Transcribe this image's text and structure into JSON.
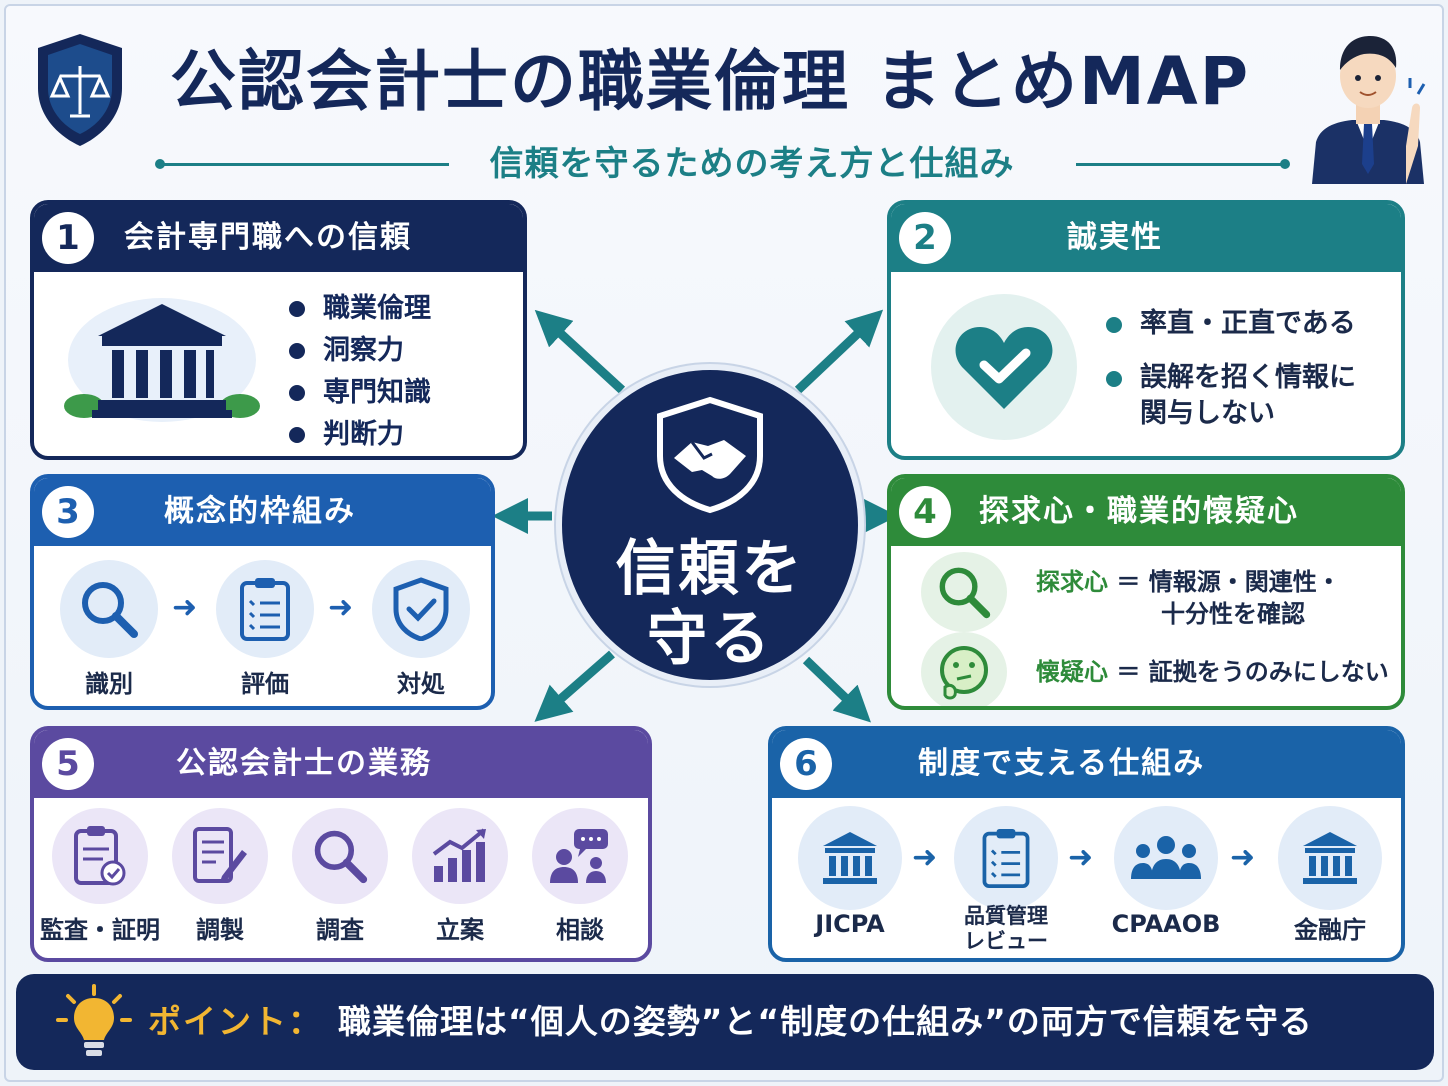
{
  "title": "公認会計士の職業倫理 まとめMAP",
  "subtitle": "信頼を守るための考え方と仕組み",
  "center": {
    "line1": "信頼を",
    "line2": "守る"
  },
  "sections": {
    "s1": {
      "num": "1",
      "title": "会計専門職への信頼",
      "items": [
        "職業倫理",
        "洞察力",
        "専門知識",
        "判断力"
      ]
    },
    "s2": {
      "num": "2",
      "title": "誠実性",
      "items": [
        "率直・正直である",
        "誤解を招く情報に",
        "関与しない"
      ]
    },
    "s3": {
      "num": "3",
      "title": "概念的枠組み",
      "steps": [
        "識別",
        "評価",
        "対処"
      ]
    },
    "s4": {
      "num": "4",
      "title": "探求心・職業的懐疑心",
      "rows": [
        {
          "keyword": "探求心",
          "text1": "＝ 情報源・関連性・",
          "text2": "十分性を確認"
        },
        {
          "keyword": "懐疑心",
          "text1": "＝ 証拠をうのみにしない"
        }
      ]
    },
    "s5": {
      "num": "5",
      "title": "公認会計士の業務",
      "items": [
        "監査・証明",
        "調製",
        "調査",
        "立案",
        "相談"
      ]
    },
    "s6": {
      "num": "6",
      "title": "制度で支える仕組み",
      "items": [
        "JICPA",
        "品質管理",
        "レビュー",
        "CPAAOB",
        "金融庁"
      ]
    }
  },
  "point": {
    "label": "ポイント：",
    "text": "職業倫理は“個人の姿勢”と“制度の仕組み”の両方で信頼を守る"
  },
  "icons": {
    "logo": "shield-scales-icon",
    "person": "businessman-pointing-icon",
    "center": "shield-handshake-icon",
    "s1": "bank-building-icon",
    "s2": "heart-check-icon",
    "s3": [
      "search-icon",
      "clipboard-checklist-icon",
      "shield-check-icon"
    ],
    "s4": [
      "search-icon",
      "thinking-face-icon"
    ],
    "s5": [
      "clipboard-check-icon",
      "document-pen-icon",
      "search-icon",
      "growth-chart-icon",
      "chat-people-icon"
    ],
    "s6": [
      "bank-icon",
      "clipboard-checklist-icon",
      "people-group-icon",
      "bank-icon"
    ],
    "point": "lightbulb-icon"
  },
  "colors": {
    "navy": "#14285a",
    "teal": "#1c7f86",
    "blue": "#1d5fb0",
    "green": "#2e8b3a",
    "purple": "#5b4aa0",
    "steel": "#1a63a8",
    "gold": "#f2b632"
  }
}
